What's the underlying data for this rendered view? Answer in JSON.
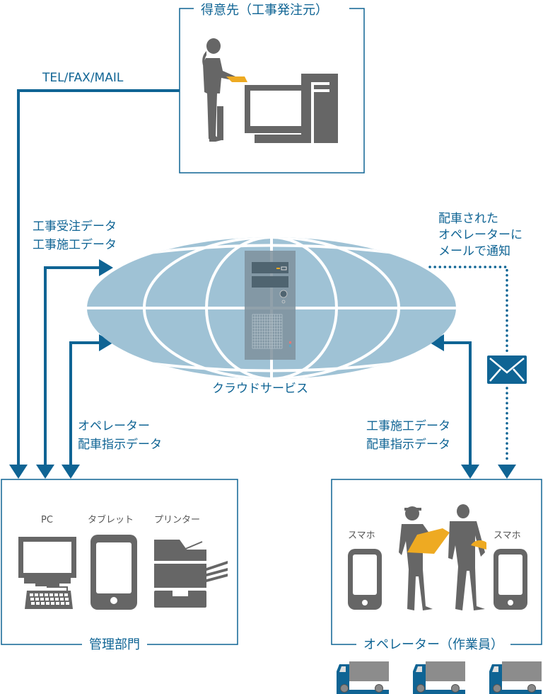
{
  "client_box": {
    "title": "得意先（工事発注元）"
  },
  "edges": {
    "tel_fax_mail": "TEL/FAX/MAIL",
    "upload_to_cloud": [
      "工事受注データ",
      "工事施工データ"
    ],
    "cloud_to_admin": [
      "オペレーター",
      "配車指示データ"
    ],
    "cloud_to_operator": [
      "工事施工データ",
      "配車指示データ"
    ],
    "mail_notice": [
      "配車された",
      "オペレーターに",
      "メールで通知"
    ]
  },
  "cloud": {
    "label": "クラウドサービス"
  },
  "admin_box": {
    "title": "管理部門",
    "devices": [
      {
        "label": "PC",
        "icon": "desktop-pc-icon"
      },
      {
        "label": "タブレット",
        "icon": "tablet-icon"
      },
      {
        "label": "プリンター",
        "icon": "printer-icon"
      }
    ]
  },
  "operator_box": {
    "title": "オペレーター（作業員）",
    "devices": [
      {
        "label": "スマホ",
        "icon": "smartphone-icon"
      },
      {
        "label": "スマホ",
        "icon": "smartphone-icon"
      }
    ]
  },
  "trucks": {
    "count": 3
  },
  "colors": {
    "accent": "#0f6494",
    "globe": "#9fc2d5",
    "silhouette": "#666666",
    "highlight": "#eeaa22",
    "truck_cab": "#0f6494",
    "truck_cargo": "#8c8c8c"
  }
}
